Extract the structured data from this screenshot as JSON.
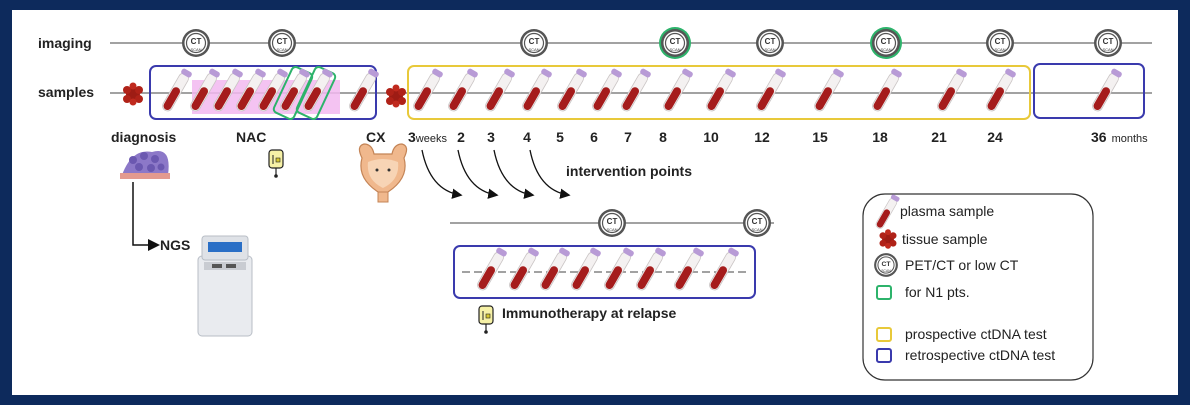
{
  "rows": {
    "imaging_label": "imaging",
    "samples_label": "samples"
  },
  "ct_label": {
    "top": "CT",
    "bottom": "SCAN"
  },
  "stages": {
    "diagnosis": "diagnosis",
    "nac": "NAC",
    "cx": "CX"
  },
  "timepoints": [
    {
      "value": "3",
      "unit": "weeks"
    },
    {
      "value": "2"
    },
    {
      "value": "3"
    },
    {
      "value": "4"
    },
    {
      "value": "5"
    },
    {
      "value": "6"
    },
    {
      "value": "7"
    },
    {
      "value": "8"
    },
    {
      "value": "10"
    },
    {
      "value": "12"
    },
    {
      "value": "15"
    },
    {
      "value": "18"
    },
    {
      "value": "21"
    },
    {
      "value": "24"
    },
    {
      "value": "36",
      "unit": "months"
    }
  ],
  "labels": {
    "ngs": "NGS",
    "intervention": "intervention points",
    "immunotherapy": "Immunotherapy at relapse"
  },
  "legend": {
    "plasma": "plasma sample",
    "tissue": "tissue sample",
    "petct": "PET/CT or low CT",
    "n1": "for N1 pts.",
    "prospective": "prospective ctDNA test",
    "retrospective": "retrospective ctDNA test"
  },
  "colors": {
    "background": "#0d2a5c",
    "retrospective_box": "#3a3aad",
    "prospective_box": "#e8c93a",
    "n1_highlight": "#2db36b",
    "nac_band": "#f2b8f0",
    "tube_blood": "#a51c1c",
    "tube_cap": "#b89bd6",
    "tissue": "#9e1c14",
    "ct_icon": "#444444"
  },
  "icons": {
    "plasma": "test-tube-icon",
    "tissue": "tissue-sample-icon",
    "ct": "ct-scan-icon",
    "iv_bag": "iv-bag-icon",
    "bladder": "bladder-icon",
    "microscope": "histology-icon",
    "sequencer": "ngs-sequencer-icon"
  }
}
